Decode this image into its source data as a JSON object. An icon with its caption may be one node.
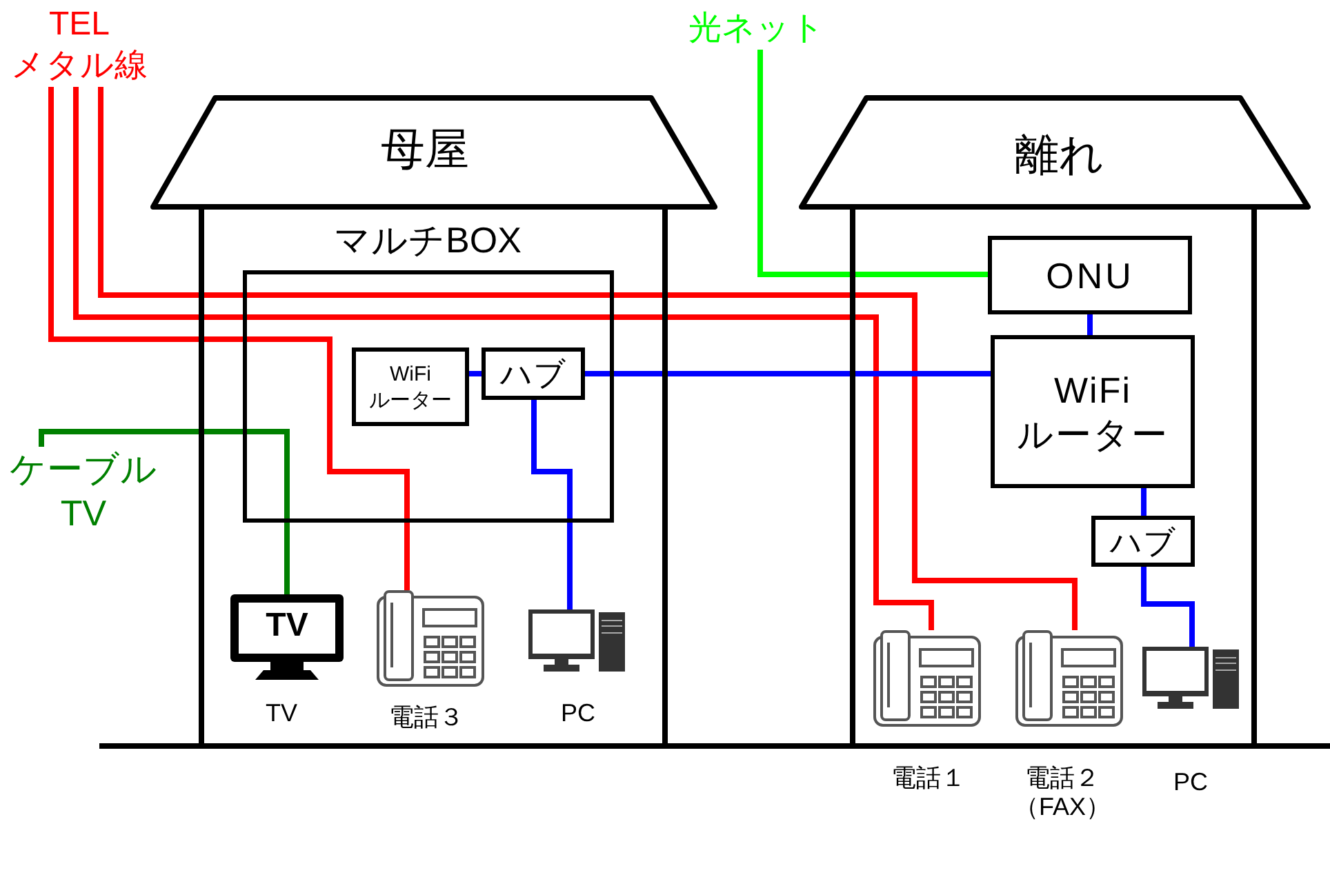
{
  "diagram": {
    "nodes": [
      {
        "text": [
          "母屋"
        ]
      },
      {
        "text": [
          "マルチBOX"
        ],
        "in": 0
      },
      {
        "text": [
          "WiFi ルーター"
        ],
        "in": 1
      },
      {
        "text": [
          "ハブ"
        ],
        "in": 1
      },
      {
        "text": [
          "TV"
        ],
        "beside": [
          "TV"
        ],
        "in": 0
      },
      {
        "text": [],
        "shape": "picture",
        "beside": [
          "電話３"
        ],
        "in": 0
      },
      {
        "text": [],
        "shape": "picture",
        "beside": [
          "PC"
        ],
        "in": 0
      },
      {
        "text": [
          "離れ"
        ]
      },
      {
        "text": [
          "ONU"
        ],
        "in": 7
      },
      {
        "text": [
          "WiFi ルーター"
        ],
        "in": 7
      },
      {
        "text": [
          "ハブ"
        ],
        "in": 7
      },
      {
        "text": [],
        "shape": "picture",
        "beside": [
          "電話１"
        ],
        "in": 7
      },
      {
        "text": [],
        "shape": "picture",
        "beside": [
          "電話２（FAX）"
        ],
        "in": 7
      },
      {
        "text": [],
        "shape": "picture",
        "beside": [
          "PC"
        ],
        "in": 7
      },
      {
        "text": [
          "TEL メタル線"
        ]
      },
      {
        "text": [
          "光ネット"
        ]
      },
      {
        "text": [
          "ケーブル TV"
        ]
      }
    ],
    "edges": [
      {
        "from": 14,
        "to": 5,
        "arrow": "none",
        "color": "#ff0000"
      },
      {
        "from": 14,
        "to": 11,
        "arrow": "none",
        "color": "#ff0000"
      },
      {
        "from": 14,
        "to": 12,
        "arrow": "none",
        "color": "#ff0000"
      },
      {
        "from": 15,
        "to": 8,
        "arrow": "none",
        "color": "#00ff00"
      },
      {
        "from": 16,
        "to": 4,
        "arrow": "none",
        "color": "#008000"
      },
      {
        "from": 2,
        "to": 3,
        "arrow": "none"
      },
      {
        "from": 3,
        "to": 9,
        "arrow": "none"
      },
      {
        "from": 3,
        "to": 6,
        "arrow": "none"
      },
      {
        "from": 8,
        "to": 9,
        "arrow": "none"
      },
      {
        "from": 9,
        "to": 10,
        "arrow": "none"
      },
      {
        "from": 10,
        "to": 13,
        "arrow": "none"
      }
    ]
  }
}
